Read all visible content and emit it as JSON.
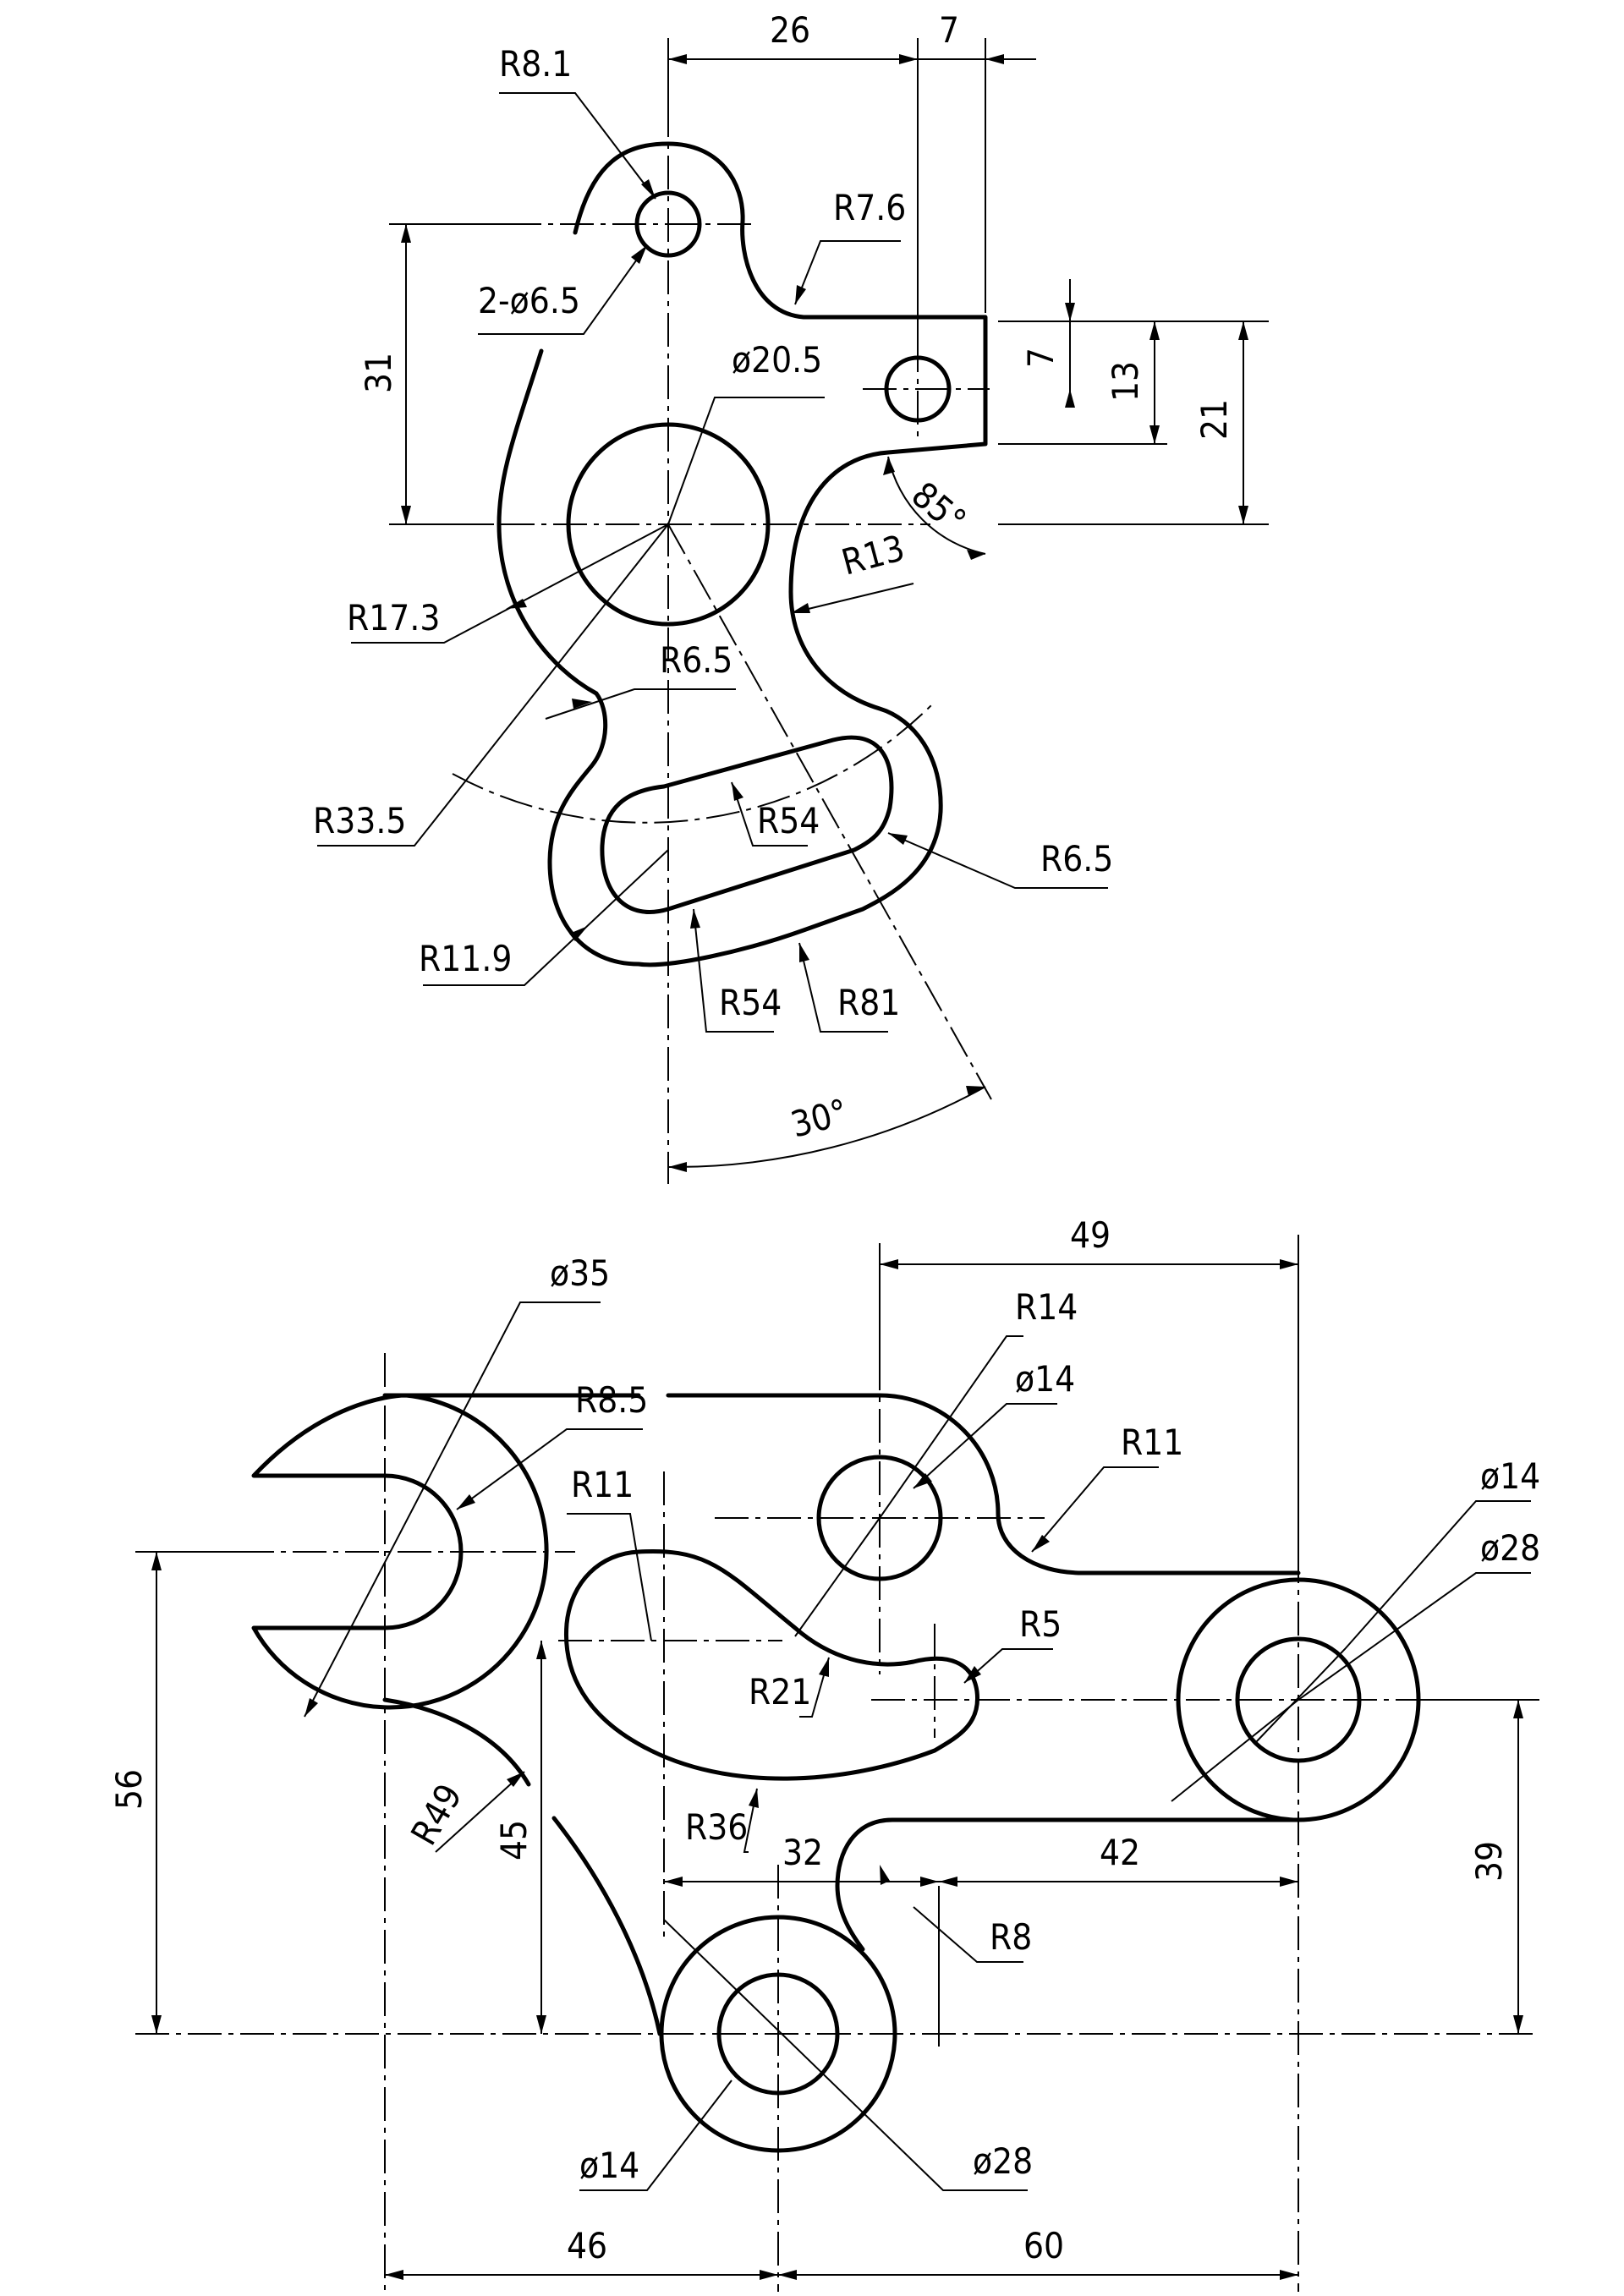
{
  "top_view": {
    "dims": {
      "r8_1": "R8.1",
      "hole_2x": "2-ø6.5",
      "r7_6": "R7.6",
      "d20_5": "ø20.5",
      "r17_3": "R17.3",
      "r6_5_left": "R6.5",
      "r33_5": "R33.5",
      "r54_inner": "R54",
      "r6_5_right": "R6.5",
      "r11_9": "R11.9",
      "r54_outer": "R54",
      "r81": "R81",
      "r13": "R13",
      "h26": "26",
      "h7": "7",
      "v31": "31",
      "v7": "7",
      "v13": "13",
      "v21": "21",
      "ang85": "85°",
      "ang30": "30°"
    }
  },
  "bottom_view": {
    "dims": {
      "d35": "ø35",
      "r8_5": "R8.5",
      "r11_left": "R11",
      "r14": "R14",
      "d14_top": "ø14",
      "r11_right": "R11",
      "d14_right": "ø14",
      "d28_right": "ø28",
      "r5": "R5",
      "r21": "R21",
      "r36": "R36",
      "r49": "R49",
      "v45": "45",
      "v56": "56",
      "h32": "32",
      "h42": "42",
      "r8": "R8",
      "v39": "39",
      "h49": "49",
      "d14_bottom": "ø14",
      "d28_bottom": "ø28",
      "h46": "46",
      "h60": "60"
    }
  }
}
